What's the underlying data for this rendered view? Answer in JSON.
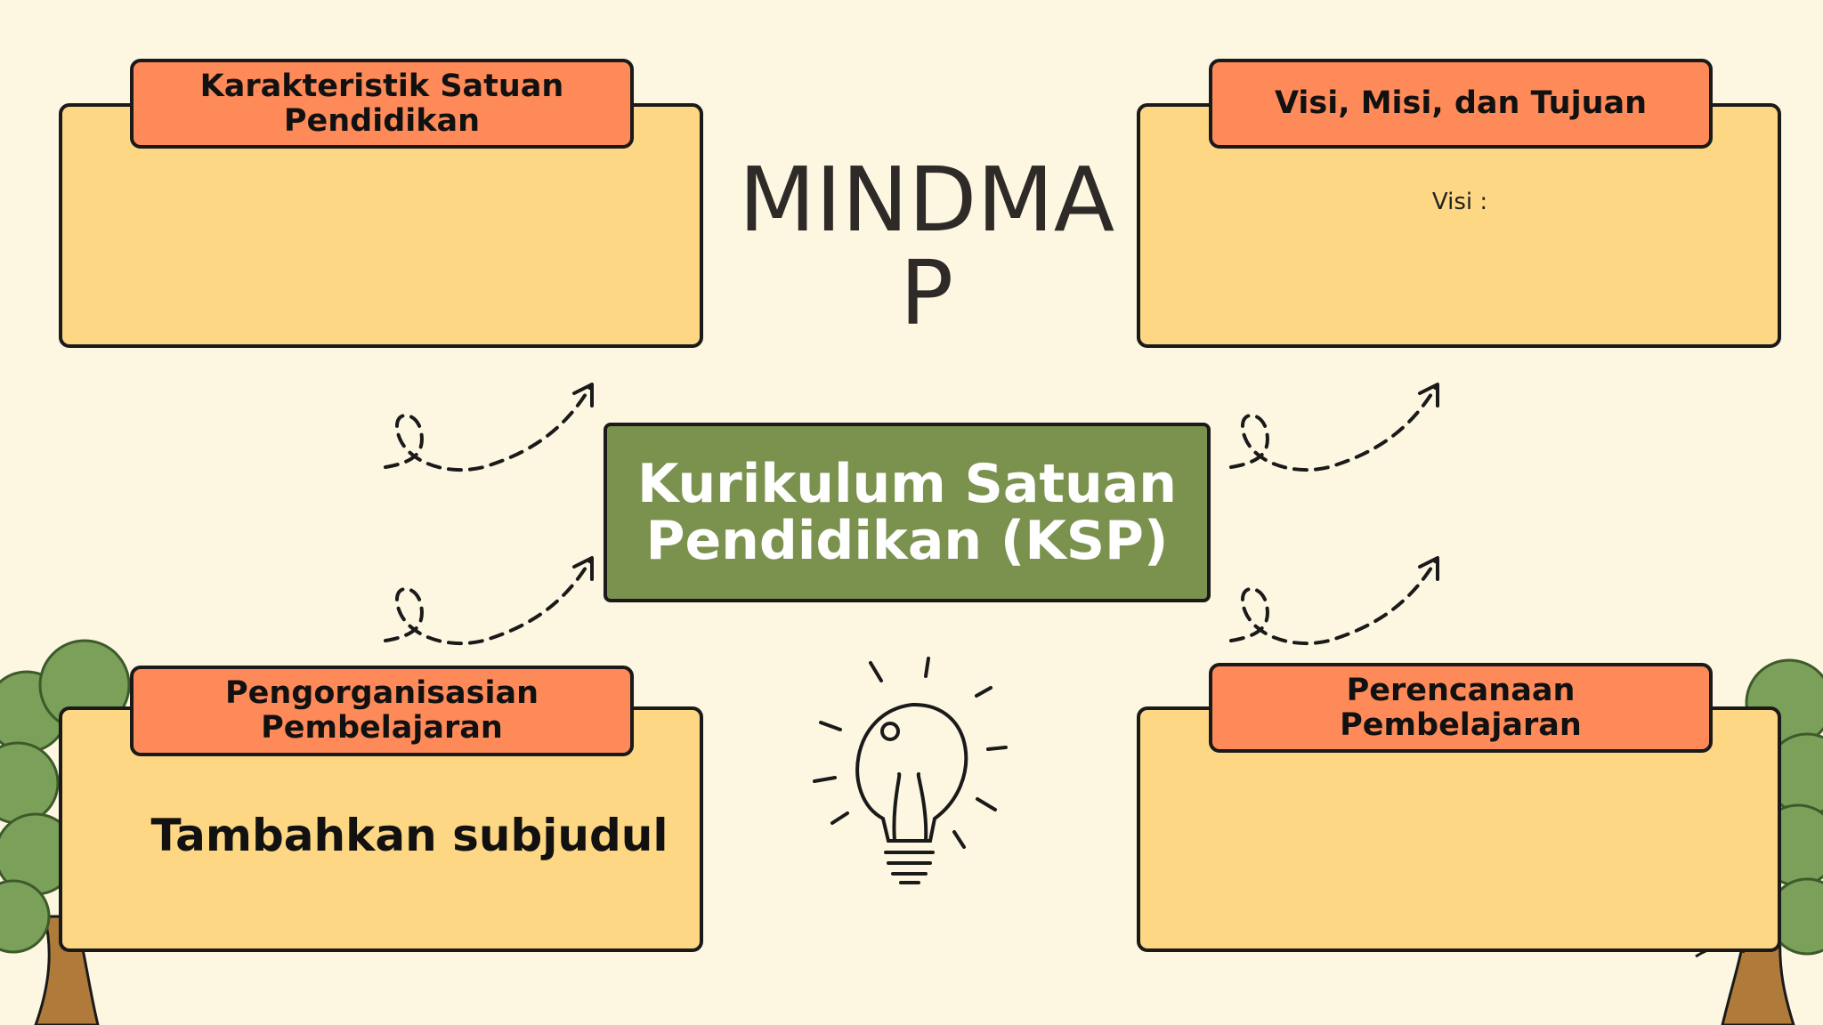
{
  "slide": {
    "title": "MINDMAP",
    "center_topic": "Kurikulum Satuan\nPendidikan (KSP)",
    "cards": {
      "top_left": {
        "header": "Karakteristik Satuan\nPendidikan"
      },
      "top_right": {
        "header": "Visi, Misi, dan Tujuan",
        "body": "Visi :"
      },
      "bottom_left": {
        "header": "Pengorganisasian\nPembelajaran",
        "body": "Tambahkan subjudul"
      },
      "bottom_right": {
        "header": "Perencanaan\nPembelajaran"
      }
    },
    "colors": {
      "background": "#fdf6e1",
      "card": "#fdd783",
      "tab": "#fd8a58",
      "center": "#7b924f",
      "tree_leaves": "#7aa05a",
      "tree_trunk": "#b07a3a"
    },
    "icons": [
      "lightbulb-icon",
      "dashed-arrow-icon",
      "tree-icon"
    ]
  }
}
